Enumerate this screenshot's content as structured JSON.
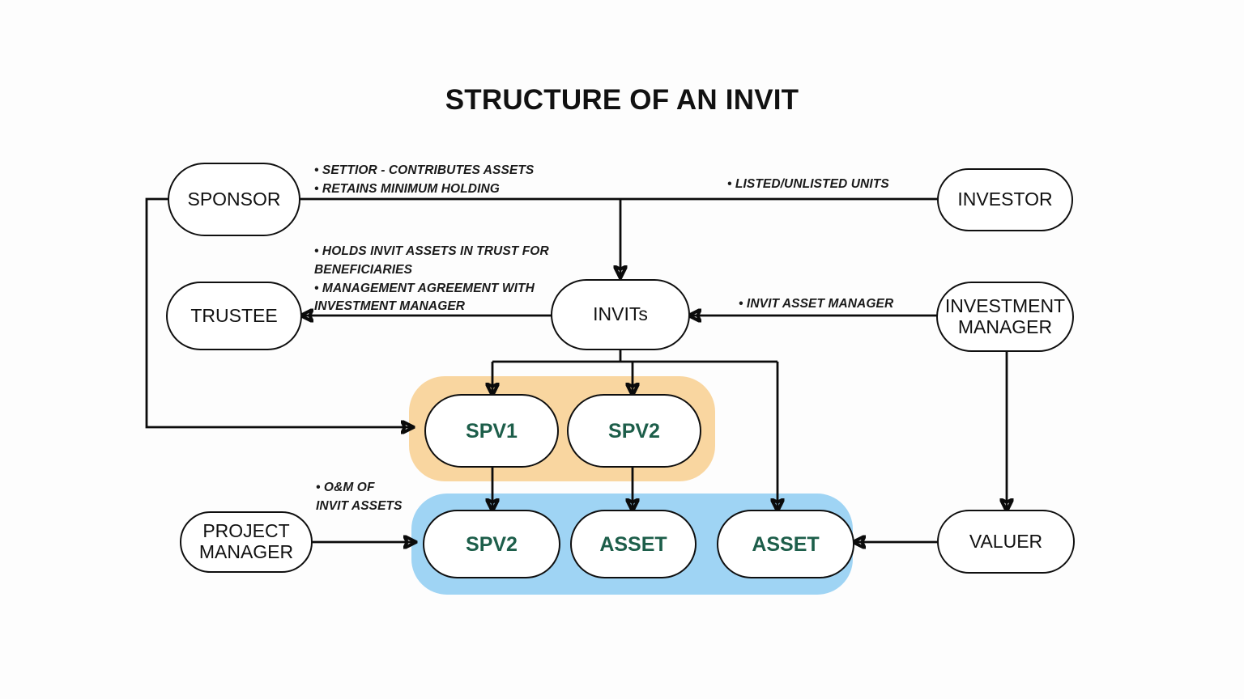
{
  "page": {
    "title": "STRUCTURE OF AN INVIT",
    "background": "#fdfdfd"
  },
  "colors": {
    "orange_band": "#f9d6a0",
    "blue_band": "#9fd4f4",
    "node_text": "#111111",
    "green_node_text": "#1d5e4a",
    "line": "#0b0b0b"
  },
  "nodes": {
    "sponsor": {
      "label": "SPONSOR"
    },
    "trustee": {
      "label": "TRUSTEE"
    },
    "invits": {
      "label": "INVITs"
    },
    "investor": {
      "label": "INVESTOR"
    },
    "investment_manager": {
      "label": "INVESTMENT\nMANAGER"
    },
    "project_manager": {
      "label": "PROJECT\nMANAGER"
    },
    "valuer": {
      "label": "VALUER"
    },
    "spv1": {
      "label": "SPV1"
    },
    "spv2_top": {
      "label": "SPV2"
    },
    "spv2_bottom": {
      "label": "SPV2"
    },
    "asset1": {
      "label": "ASSET"
    },
    "asset2": {
      "label": "ASSET"
    }
  },
  "annotations": {
    "sponsor_notes": "• SETTIOR - CONTRIBUTES ASSETS\n• RETAINS MINIMUM HOLDING",
    "trustee_notes": "• HOLDS INVIT ASSETS IN TRUST FOR\n   BENEFICIARIES\n• MANAGEMENT AGREEMENT WITH\n   INVESTMENT MANAGER",
    "investor_notes": "• LISTED/UNLISTED UNITS",
    "investment_manager_notes": "• INVIT ASSET MANAGER",
    "project_manager_notes": "• O&M OF\n   INVIT ASSETS"
  }
}
